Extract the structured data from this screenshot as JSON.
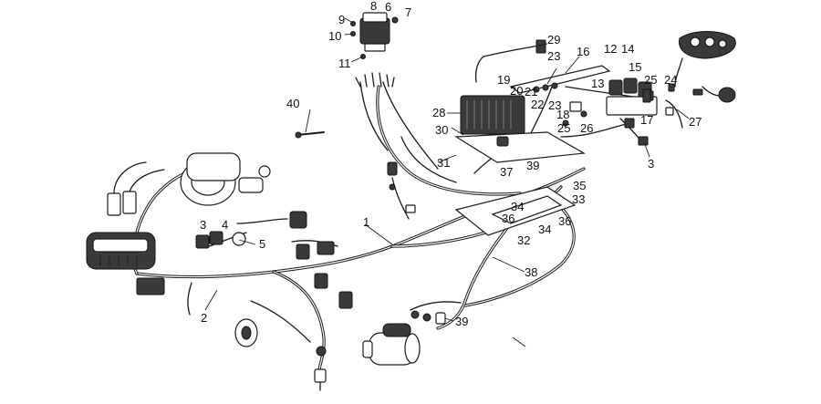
{
  "diagram": {
    "callouts": [
      {
        "id": "c1",
        "text": "1"
      },
      {
        "id": "c2",
        "text": "2"
      },
      {
        "id": "c3",
        "text": "3"
      },
      {
        "id": "c3b",
        "text": "3"
      },
      {
        "id": "c4",
        "text": "4"
      },
      {
        "id": "c5",
        "text": "5"
      },
      {
        "id": "c6",
        "text": "6"
      },
      {
        "id": "c7",
        "text": "7"
      },
      {
        "id": "c8",
        "text": "8"
      },
      {
        "id": "c9",
        "text": "9"
      },
      {
        "id": "c10",
        "text": "10"
      },
      {
        "id": "c11",
        "text": "11"
      },
      {
        "id": "c12",
        "text": "12"
      },
      {
        "id": "c13",
        "text": "13"
      },
      {
        "id": "c14",
        "text": "14"
      },
      {
        "id": "c15",
        "text": "15"
      },
      {
        "id": "c16",
        "text": "16"
      },
      {
        "id": "c17",
        "text": "17"
      },
      {
        "id": "c18",
        "text": "18"
      },
      {
        "id": "c19",
        "text": "19"
      },
      {
        "id": "c20",
        "text": "20"
      },
      {
        "id": "c21",
        "text": "21"
      },
      {
        "id": "c22",
        "text": "22"
      },
      {
        "id": "c23",
        "text": "23"
      },
      {
        "id": "c23b",
        "text": "23"
      },
      {
        "id": "c24",
        "text": "24"
      },
      {
        "id": "c25",
        "text": "25"
      },
      {
        "id": "c25b",
        "text": "25"
      },
      {
        "id": "c26",
        "text": "26"
      },
      {
        "id": "c27",
        "text": "27"
      },
      {
        "id": "c28",
        "text": "28"
      },
      {
        "id": "c29",
        "text": "29"
      },
      {
        "id": "c30",
        "text": "30"
      },
      {
        "id": "c31",
        "text": "31"
      },
      {
        "id": "c32",
        "text": "32"
      },
      {
        "id": "c33",
        "text": "33"
      },
      {
        "id": "c34",
        "text": "34"
      },
      {
        "id": "c34b",
        "text": "34"
      },
      {
        "id": "c35",
        "text": "35"
      },
      {
        "id": "c36",
        "text": "36"
      },
      {
        "id": "c36b",
        "text": "36"
      },
      {
        "id": "c37",
        "text": "37"
      },
      {
        "id": "c38",
        "text": "38"
      },
      {
        "id": "c39",
        "text": "39"
      },
      {
        "id": "c39b",
        "text": "39"
      },
      {
        "id": "c40",
        "text": "40"
      }
    ]
  }
}
